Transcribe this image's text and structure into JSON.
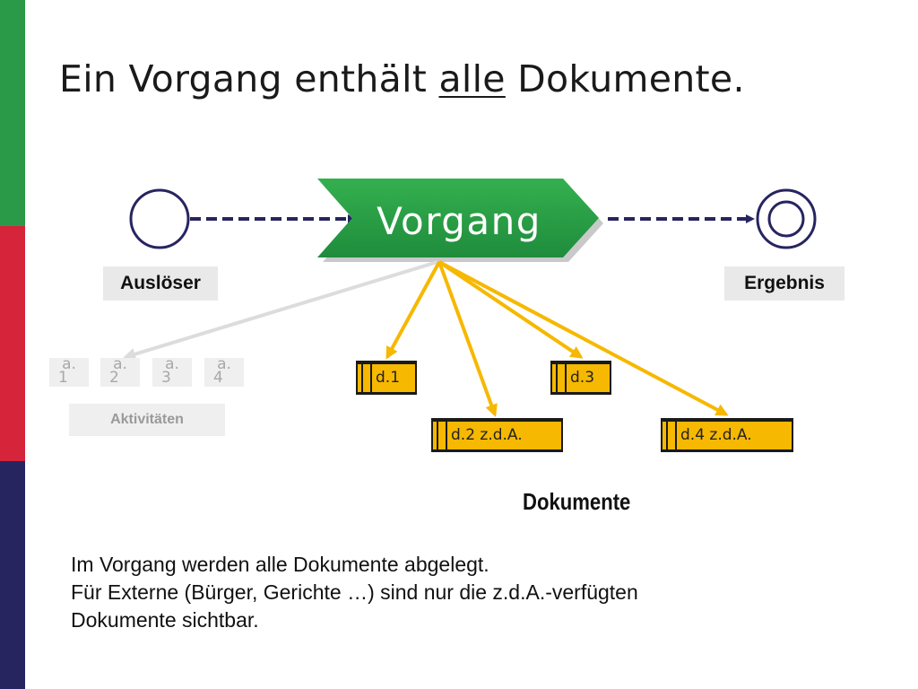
{
  "title": {
    "before": "Ein Vorgang enthält ",
    "underlined": "alle",
    "after": " Dokumente."
  },
  "colors": {
    "green": "#2a9a48",
    "red": "#d6243a",
    "navy": "#262560",
    "arrow_yellow": "#f6b800",
    "arrow_gray": "#dcdcdc",
    "dash": "#262560"
  },
  "process": {
    "label": "Vorgang"
  },
  "trigger": {
    "label": "Auslöser"
  },
  "result": {
    "label": "Ergebnis"
  },
  "activities": {
    "items": [
      {
        "prefix": "a.",
        "num": "1"
      },
      {
        "prefix": "a.",
        "num": "2"
      },
      {
        "prefix": "a.",
        "num": "3"
      },
      {
        "prefix": "a.",
        "num": "4"
      }
    ],
    "label": "Aktivitäten"
  },
  "documents": {
    "items": [
      {
        "label": "d.1"
      },
      {
        "label": "d.2 z.d.A."
      },
      {
        "label": "d.3"
      },
      {
        "label": "d.4 z.d.A."
      }
    ],
    "label": "Dokumente"
  },
  "body": {
    "lines": [
      "Im Vorgang werden alle Dokumente abgelegt.",
      "Für Externe (Bürger, Gerichte …) sind nur die z.d.A.-verfügten",
      "Dokumente sichtbar."
    ]
  }
}
